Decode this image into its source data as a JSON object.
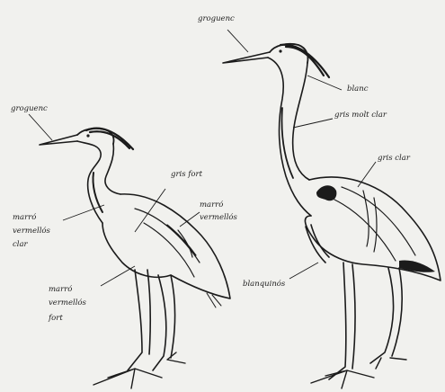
{
  "labels": {
    "heron_left": {
      "bill": "groguenc",
      "neck": [
        "marró",
        "vermellós",
        "clar"
      ],
      "back": "gris fort",
      "wing_patch": [
        "marró",
        "vermellós"
      ],
      "belly": [
        "marró",
        "vermellós",
        "fort"
      ]
    },
    "heron_right": {
      "bill": "groguenc",
      "crest": "blanc",
      "neck": "gris molt clar",
      "wing": "gris clar",
      "belly": "blanquinós"
    }
  },
  "colors": {
    "ink": "#1b1b1b",
    "paper": "#f1f1ee"
  }
}
